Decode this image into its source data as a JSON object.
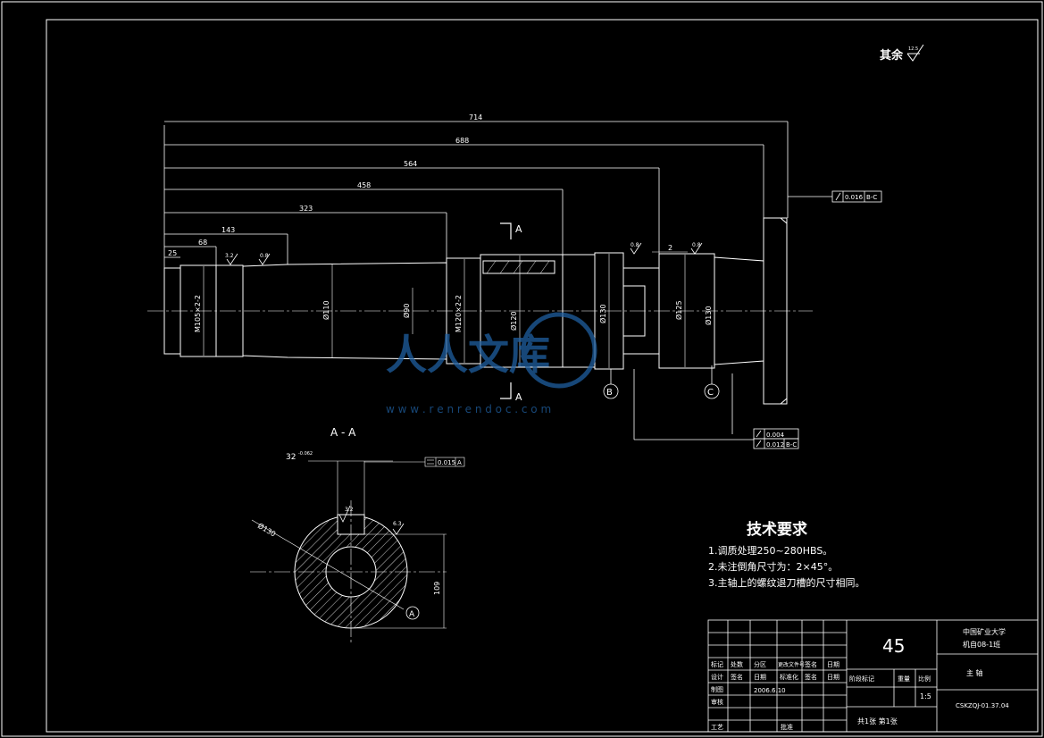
{
  "surface_note": "其余",
  "surface_value": "12.5",
  "overall_dims": [
    "714",
    "688",
    "564",
    "458",
    "323",
    "143",
    "68",
    "25"
  ],
  "diameter_labels": [
    "M105×2-2",
    "Ø110",
    "Ø90",
    "M120×2-2",
    "Ø120",
    "Ø130",
    "Ø125",
    "Ø130"
  ],
  "roughness_marks": [
    "3.2",
    "0.8",
    "0.8",
    "0.8"
  ],
  "small_dim": "2",
  "section_marker": "A",
  "datum_b": "B",
  "datum_c": "C",
  "datum_a": "A",
  "tol_top": {
    "value": "0.016",
    "ref": "B-C"
  },
  "tol_bottom_1": {
    "value": "0.004"
  },
  "tol_bottom_2": {
    "value": "0.012",
    "ref": "B-C"
  },
  "section_title": "A - A",
  "keyway_width": "32",
  "keyway_tol": "-0.062",
  "keyway_flat": {
    "value": "0.015",
    "ref": "A"
  },
  "section_dia": "Ø130",
  "section_depth": "109",
  "section_rough": [
    "3.2",
    "6.3"
  ],
  "tech_title": "技术要求",
  "tech_items": [
    "1.调质处理250~280HBS。",
    "2.未注倒角尺寸为：2×45°。",
    "3.主轴上的螺纹退刀槽的尺寸相同。"
  ],
  "watermark": {
    "text": "人人文库",
    "url": "w w w . r e n r e n d o c . c o m"
  },
  "title_block": {
    "material": "45",
    "school": "中国矿业大学",
    "class": "机自08-1班",
    "part_name": "主 轴",
    "drawing_no": "CSKZQJ-01.37.04",
    "scale": "1:5",
    "date": "2006.6.10",
    "header_row": [
      "标记",
      "处数",
      "分区",
      "更改文件号",
      "签名",
      "日期"
    ],
    "design_row": [
      "设计",
      "签名",
      "日期",
      "标准化",
      "签名",
      "日期"
    ],
    "phase": "阶段标记",
    "weight": "重量",
    "ratio": "比例",
    "draw": "制图",
    "check": "审核",
    "process": "工艺",
    "approve": "批准",
    "sheets": "共1张 第1张"
  }
}
